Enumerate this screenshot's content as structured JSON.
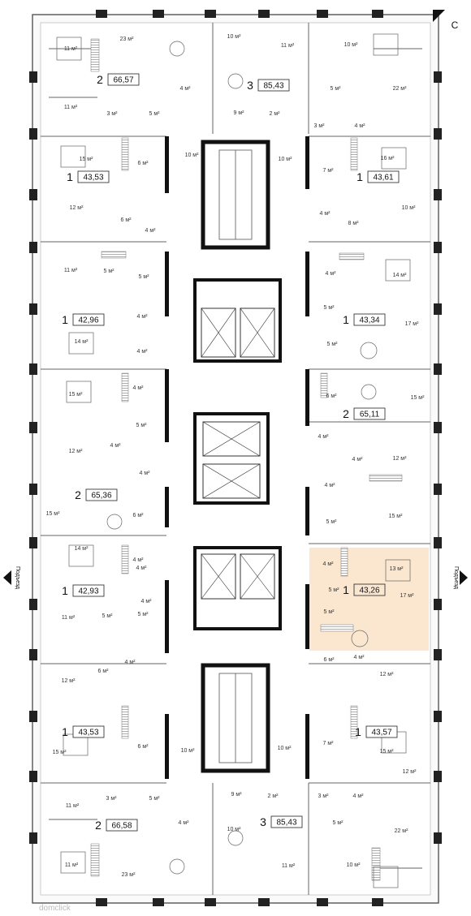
{
  "compass": {
    "north_label": "С"
  },
  "entrance_label": "Подъезд",
  "watermark": "domclick",
  "highlight_color": "#fbe6cf",
  "apartments": [
    {
      "id": "a1",
      "rooms": "2",
      "area": "66,57",
      "box": [
        135,
        98
      ]
    },
    {
      "id": "a2",
      "rooms": "3",
      "area": "85,43",
      "box": [
        320,
        105
      ]
    },
    {
      "id": "a3",
      "rooms": "1",
      "area": "43,53",
      "box": [
        98,
        218
      ]
    },
    {
      "id": "a4",
      "rooms": "1",
      "area": "43,61",
      "box": [
        455,
        218
      ]
    },
    {
      "id": "a5",
      "rooms": "1",
      "area": "42,96",
      "box": [
        92,
        394
      ]
    },
    {
      "id": "a6",
      "rooms": "1",
      "area": "43,34",
      "box": [
        438,
        394
      ]
    },
    {
      "id": "a7",
      "rooms": "2",
      "area": "65,11",
      "box": [
        438,
        510
      ]
    },
    {
      "id": "a8",
      "rooms": "2",
      "area": "65,36",
      "box": [
        108,
        610
      ]
    },
    {
      "id": "a9",
      "rooms": "1",
      "area": "42,93",
      "box": [
        92,
        728
      ]
    },
    {
      "id": "a10",
      "rooms": "1",
      "area": "43,26",
      "box": [
        438,
        727
      ],
      "highlighted": true
    },
    {
      "id": "a11",
      "rooms": "1",
      "area": "43,53",
      "box": [
        92,
        902
      ]
    },
    {
      "id": "a12",
      "rooms": "1",
      "area": "43,57",
      "box": [
        453,
        902
      ]
    },
    {
      "id": "a13",
      "rooms": "2",
      "area": "66,58",
      "box": [
        133,
        1017
      ]
    },
    {
      "id": "a14",
      "rooms": "3",
      "area": "85,43",
      "box": [
        336,
        1013
      ]
    }
  ],
  "rooms": [
    {
      "t": "23 м²",
      "p": [
        156,
        50
      ]
    },
    {
      "t": "10 м²",
      "p": [
        288,
        47
      ]
    },
    {
      "t": "11 м²",
      "p": [
        354,
        58
      ]
    },
    {
      "t": "10 м²",
      "p": [
        432,
        57
      ]
    },
    {
      "t": "11 м²",
      "p": [
        87,
        62
      ]
    },
    {
      "t": "4 м²",
      "p": [
        228,
        111
      ]
    },
    {
      "t": "5 м²",
      "p": [
        413,
        111
      ]
    },
    {
      "t": "22 м²",
      "p": [
        492,
        111
      ]
    },
    {
      "t": "11 м²",
      "p": [
        87,
        134
      ]
    },
    {
      "t": "3 м²",
      "p": [
        138,
        142
      ]
    },
    {
      "t": "5 м²",
      "p": [
        190,
        142
      ]
    },
    {
      "t": "9 м²",
      "p": [
        294,
        141
      ]
    },
    {
      "t": "2 м²",
      "p": [
        338,
        142
      ]
    },
    {
      "t": "3 м²",
      "p": [
        393,
        157
      ]
    },
    {
      "t": "4 м²",
      "p": [
        443,
        157
      ]
    },
    {
      "t": "10 м²",
      "p": [
        236,
        193
      ]
    },
    {
      "t": "10 м²",
      "p": [
        351,
        198
      ]
    },
    {
      "t": "15 м²",
      "p": [
        106,
        198
      ]
    },
    {
      "t": "6 м²",
      "p": [
        176,
        203
      ]
    },
    {
      "t": "16 м²",
      "p": [
        477,
        197
      ]
    },
    {
      "t": "7 м²",
      "p": [
        404,
        212
      ]
    },
    {
      "t": "12 м²",
      "p": [
        94,
        258
      ]
    },
    {
      "t": "10 м²",
      "p": [
        503,
        258
      ]
    },
    {
      "t": "4 м²",
      "p": [
        400,
        265
      ]
    },
    {
      "t": "6 м²",
      "p": [
        155,
        273
      ]
    },
    {
      "t": "8 м²",
      "p": [
        435,
        277
      ]
    },
    {
      "t": "4 м²",
      "p": [
        185,
        286
      ]
    },
    {
      "t": "11 м²",
      "p": [
        87,
        335
      ]
    },
    {
      "t": "5 м²",
      "p": [
        134,
        336
      ]
    },
    {
      "t": "5 м²",
      "p": [
        177,
        343
      ]
    },
    {
      "t": "4 м²",
      "p": [
        407,
        339
      ]
    },
    {
      "t": "14 м²",
      "p": [
        492,
        341
      ]
    },
    {
      "t": "5 м²",
      "p": [
        405,
        381
      ]
    },
    {
      "t": "4 м²",
      "p": [
        175,
        392
      ]
    },
    {
      "t": "17 м²",
      "p": [
        507,
        401
      ]
    },
    {
      "t": "14 м²",
      "p": [
        100,
        423
      ]
    },
    {
      "t": "4 м²",
      "p": [
        175,
        435
      ]
    },
    {
      "t": "5 м²",
      "p": [
        409,
        426
      ]
    },
    {
      "t": "15 м²",
      "p": [
        93,
        488
      ]
    },
    {
      "t": "4 м²",
      "p": [
        170,
        480
      ]
    },
    {
      "t": "6 м²",
      "p": [
        408,
        490
      ]
    },
    {
      "t": "15 м²",
      "p": [
        514,
        492
      ]
    },
    {
      "t": "5 м²",
      "p": [
        174,
        526
      ]
    },
    {
      "t": "4 м²",
      "p": [
        398,
        540
      ]
    },
    {
      "t": "12 м²",
      "p": [
        93,
        558
      ]
    },
    {
      "t": "4 м²",
      "p": [
        142,
        551
      ]
    },
    {
      "t": "4 м²",
      "p": [
        440,
        568
      ]
    },
    {
      "t": "12 м²",
      "p": [
        492,
        567
      ]
    },
    {
      "t": "4 м²",
      "p": [
        178,
        585
      ]
    },
    {
      "t": "4 м²",
      "p": [
        406,
        600
      ]
    },
    {
      "t": "15 м²",
      "p": [
        65,
        635
      ]
    },
    {
      "t": "6 м²",
      "p": [
        170,
        637
      ]
    },
    {
      "t": "15 м²",
      "p": [
        487,
        638
      ]
    },
    {
      "t": "5 м²",
      "p": [
        408,
        645
      ]
    },
    {
      "t": "14 м²",
      "p": [
        100,
        678
      ]
    },
    {
      "t": "4 м²",
      "p": [
        170,
        692
      ]
    },
    {
      "t": "4 м²",
      "p": [
        404,
        697
      ]
    },
    {
      "t": "13 м²",
      "p": [
        488,
        703
      ]
    },
    {
      "t": "4 м²",
      "p": [
        174,
        702
      ]
    },
    {
      "t": "5 м²",
      "p": [
        411,
        729
      ]
    },
    {
      "t": "4 м²",
      "p": [
        180,
        743
      ]
    },
    {
      "t": "17 м²",
      "p": [
        501,
        736
      ]
    },
    {
      "t": "11 м²",
      "p": [
        84,
        763
      ]
    },
    {
      "t": "5 м²",
      "p": [
        132,
        761
      ]
    },
    {
      "t": "5 м²",
      "p": [
        176,
        759
      ]
    },
    {
      "t": "5 м²",
      "p": [
        405,
        756
      ]
    },
    {
      "t": "6 м²",
      "p": [
        405,
        815
      ]
    },
    {
      "t": "4 м²",
      "p": [
        442,
        812
      ]
    },
    {
      "t": "4 м²",
      "p": [
        160,
        818
      ]
    },
    {
      "t": "6 м²",
      "p": [
        127,
        829
      ]
    },
    {
      "t": "12 м²",
      "p": [
        84,
        841
      ]
    },
    {
      "t": "12 м²",
      "p": [
        476,
        833
      ]
    },
    {
      "t": "15 м²",
      "p": [
        73,
        929
      ]
    },
    {
      "t": "6 м²",
      "p": [
        176,
        922
      ]
    },
    {
      "t": "10 м²",
      "p": [
        231,
        927
      ]
    },
    {
      "t": "10 м²",
      "p": [
        350,
        924
      ]
    },
    {
      "t": "7 м²",
      "p": [
        404,
        918
      ]
    },
    {
      "t": "15 м²",
      "p": [
        476,
        928
      ]
    },
    {
      "t": "12 м²",
      "p": [
        504,
        953
      ]
    },
    {
      "t": "9 м²",
      "p": [
        291,
        981
      ]
    },
    {
      "t": "11 м²",
      "p": [
        89,
        995
      ]
    },
    {
      "t": "3 м²",
      "p": [
        137,
        986
      ]
    },
    {
      "t": "5 м²",
      "p": [
        190,
        986
      ]
    },
    {
      "t": "2 м²",
      "p": [
        336,
        983
      ]
    },
    {
      "t": "3 м²",
      "p": [
        398,
        983
      ]
    },
    {
      "t": "4 м²",
      "p": [
        441,
        983
      ]
    },
    {
      "t": "4 м²",
      "p": [
        226,
        1016
      ]
    },
    {
      "t": "5 м²",
      "p": [
        416,
        1016
      ]
    },
    {
      "t": "22 м²",
      "p": [
        494,
        1026
      ]
    },
    {
      "t": "10 м²",
      "p": [
        288,
        1024
      ]
    },
    {
      "t": "23 м²",
      "p": [
        158,
        1080
      ]
    },
    {
      "t": "11 м²",
      "p": [
        88,
        1068
      ]
    },
    {
      "t": "11 м²",
      "p": [
        355,
        1069
      ]
    },
    {
      "t": "10 м²",
      "p": [
        435,
        1068
      ]
    }
  ]
}
